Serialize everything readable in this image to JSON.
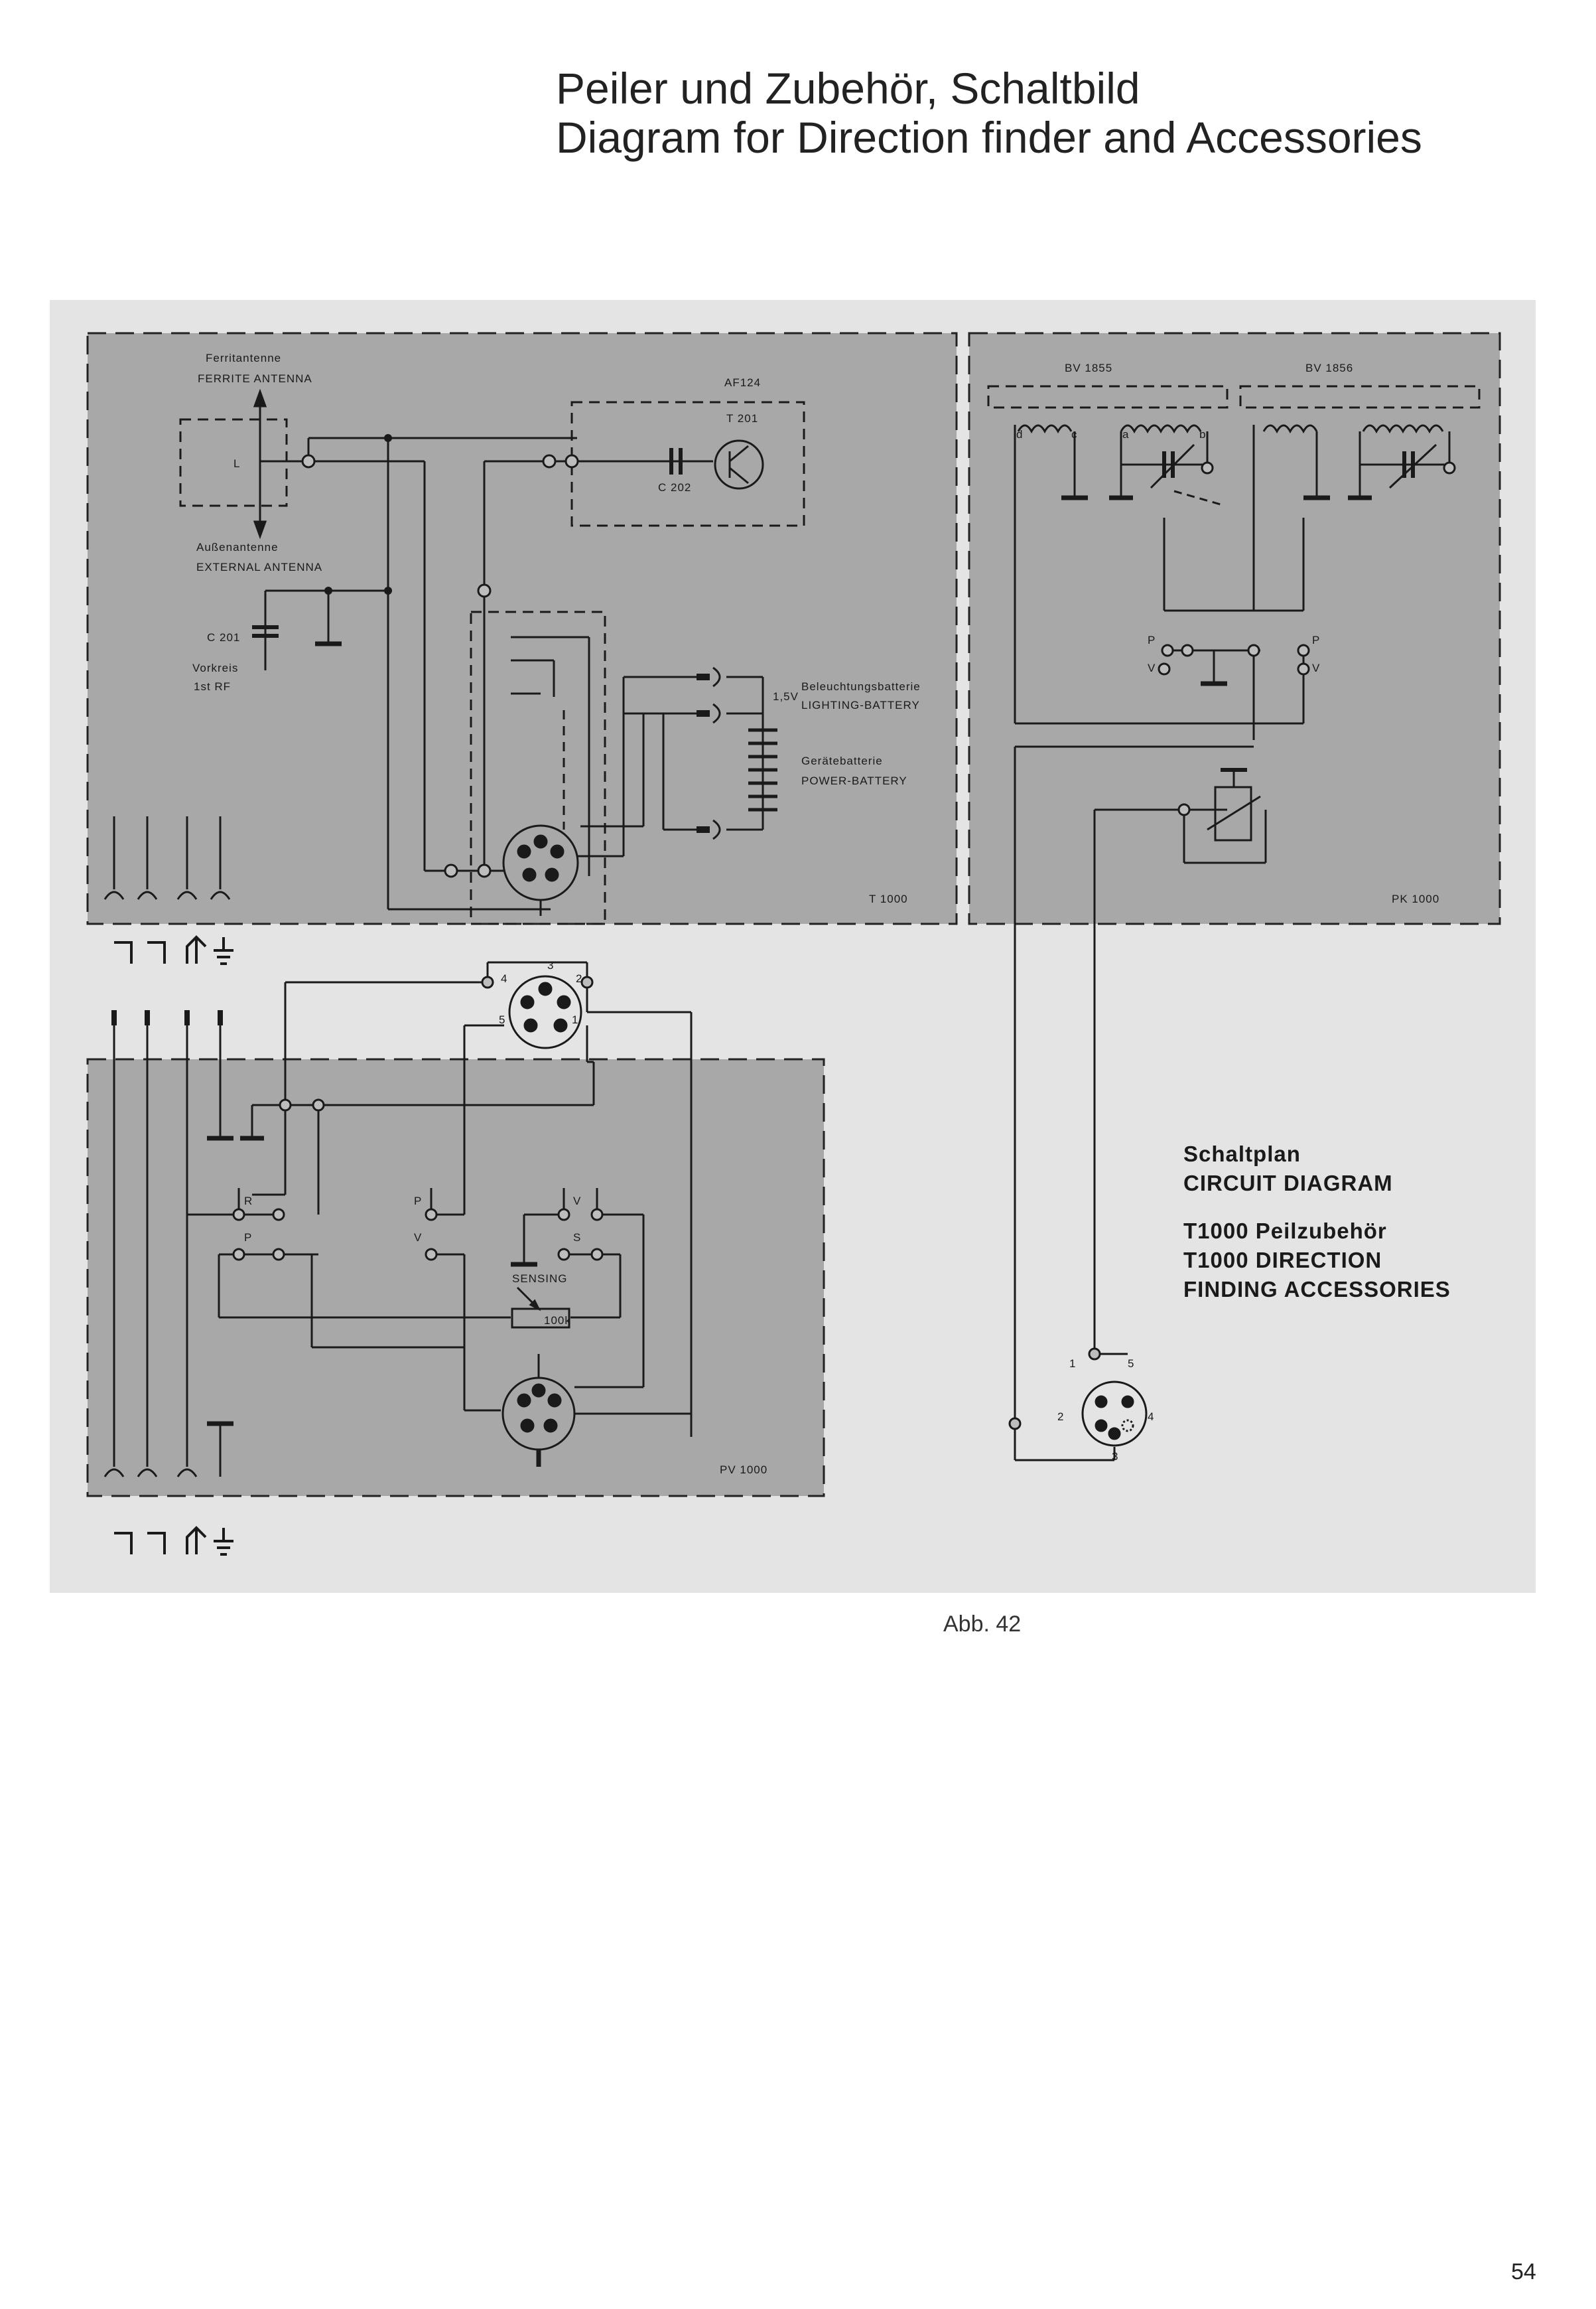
{
  "title": {
    "line_de": "Peiler und Zubehör, Schaltbild",
    "line_en": "Diagram for Direction finder and Accessories"
  },
  "panels": {
    "t1000": {
      "name": "T 1000",
      "ferrite_de": "Ferritantenne",
      "ferrite_en": "FERRITE ANTENNA",
      "external_de": "Außenantenne",
      "external_en": "EXTERNAL ANTENNA",
      "c201": "C 201",
      "vorkreis": "Vorkreis",
      "first_rf": "1st RF",
      "af124": "AF124",
      "t201": "T 201",
      "c202": "C 202",
      "lighting_de": "Beleuchtungsbatterie",
      "lighting_en": "LIGHTING-BATTERY",
      "voltage": "1,5V",
      "power_de": "Gerätebatterie",
      "power_en": "POWER-BATTERY",
      "coil_l": "L"
    },
    "pk1000": {
      "name": "PK 1000",
      "bv1855": "BV 1855",
      "bv1856": "BV 1856"
    },
    "pv1000": {
      "name": "PV 1000",
      "sensing": "SENSING",
      "pot": "100k"
    }
  },
  "switch_letters": [
    "R",
    "P",
    "P",
    "V",
    "V",
    "S",
    "P",
    "V",
    "P",
    "V"
  ],
  "coil_terminals": [
    "d",
    "c",
    "a",
    "b"
  ],
  "plug_pins": [
    "1",
    "2",
    "3",
    "4",
    "5"
  ],
  "legend": {
    "line1_de": "Schaltplan",
    "line2_en": "CIRCUIT DIAGRAM",
    "line3_de": "T1000 Peilzubehör",
    "line4_en": "T1000 DIRECTION",
    "line5_en": "FINDING ACCESSORIES"
  },
  "caption": "Abb. 42",
  "page_number": "54"
}
